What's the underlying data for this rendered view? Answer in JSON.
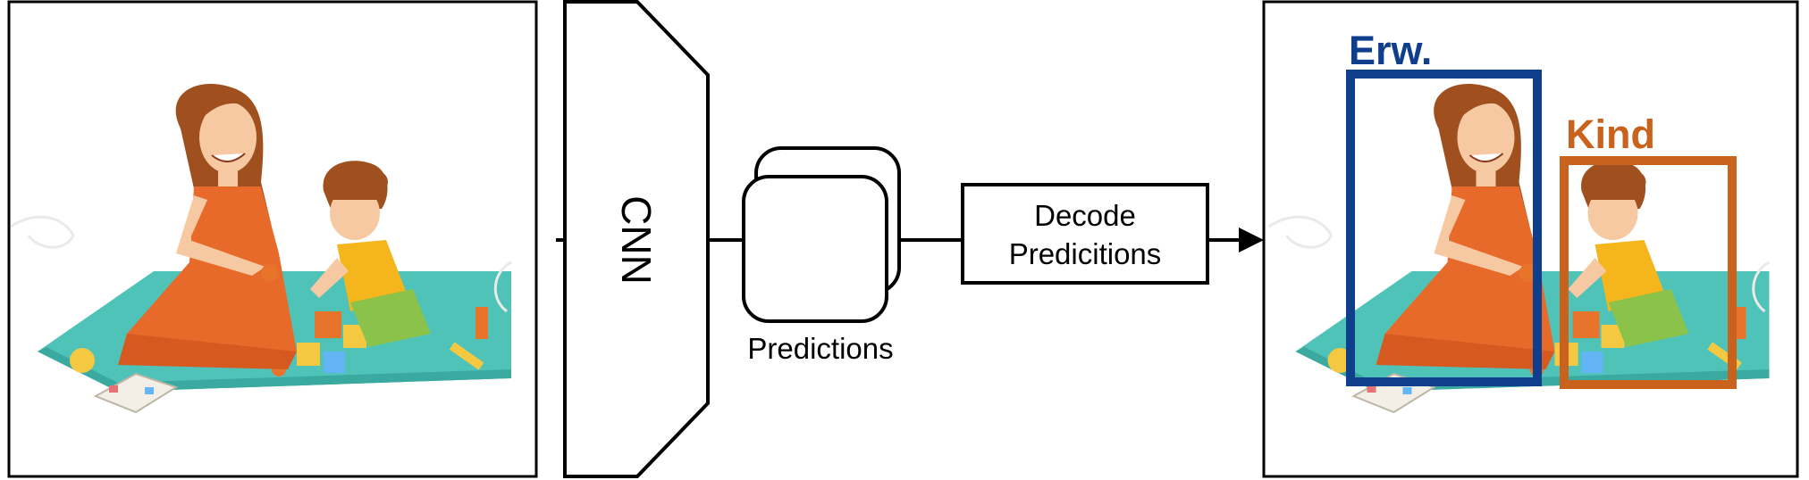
{
  "diagram": {
    "network_label": "CNN",
    "predictions_label": "Predictions",
    "decode_line1": "Decode",
    "decode_line2": "Predicitions",
    "adult_label": "Erw.",
    "child_label": "Kind"
  },
  "colors": {
    "adult_box": "#0f3f8c",
    "child_box": "#c8621c",
    "stroke": "#000000",
    "mat": "#4fc3b8",
    "dress": "#e86a2a",
    "hair": "#a0501e",
    "skin": "#f6c9a3",
    "child_shirt": "#f5b51c",
    "child_pants": "#8bc34a"
  },
  "icons": [
    "input-illustration",
    "output-illustration",
    "arrow-head-icon"
  ]
}
